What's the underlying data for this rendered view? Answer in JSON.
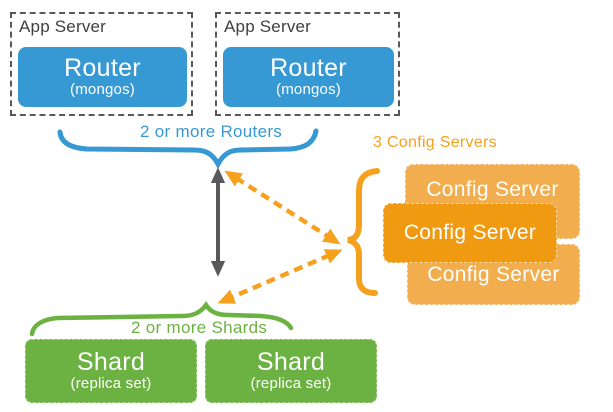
{
  "app_servers": [
    {
      "label": "App Server",
      "router_title": "Router",
      "router_subtitle": "(mongos)"
    },
    {
      "label": "App Server",
      "router_title": "Router",
      "router_subtitle": "(mongos)"
    }
  ],
  "annotations": {
    "routers": "2 or more Routers",
    "config": "3 Config Servers",
    "shards": "2 or more Shards"
  },
  "config_servers": [
    "Config Server",
    "Config Server",
    "Config Server"
  ],
  "shards": [
    {
      "title": "Shard",
      "subtitle": "(replica set)"
    },
    {
      "title": "Shard",
      "subtitle": "(replica set)"
    }
  ],
  "colors": {
    "router_blue": "#3799D3",
    "shard_green": "#6CB242",
    "config_orange_light": "#F2AE4E",
    "config_orange_dark": "#EF9A10",
    "annotation_orange": "#F5A11E",
    "arrow_gray": "#59595B",
    "label_dark": "#3F3F41"
  }
}
